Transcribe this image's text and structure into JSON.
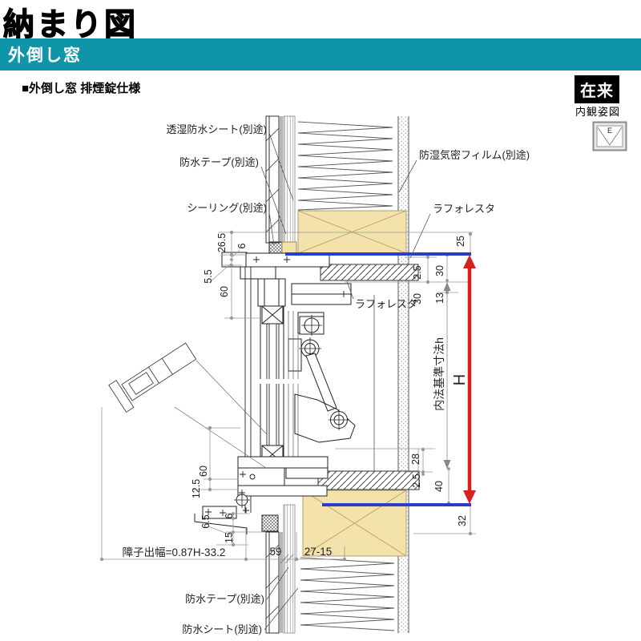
{
  "header": {
    "title": "納まり図",
    "band": "外倒し窓",
    "subtitle": "■外倒し窓 排煙錠仕様",
    "tag": "在来",
    "view_label": "内観姿図",
    "icon_letter": "E"
  },
  "labels": {
    "sheet_top": "透湿防水シート(別途)",
    "tape_top": "防水テープ(別途)",
    "sealing": "シーリング(別途)",
    "film": "防湿気密フィルム(別途)",
    "laforesta_top": "ラフォレスタ",
    "laforesta_mid": "ラフォレスタ",
    "tape_bottom": "防水テープ(別途)",
    "sheet_bottom": "防水シート(別途)"
  },
  "dims": {
    "d26_5": "26.5",
    "d6a": "6",
    "d5_5": "5.5",
    "d60a": "60",
    "d25": "25",
    "d2_5a": "2.5",
    "d30a": "30",
    "d30b": "30",
    "d13": "13",
    "h_label": "内法基準寸法h",
    "H": "H",
    "d28": "28",
    "d2_5b": "2.5",
    "d40": "40",
    "d32": "32",
    "d60b": "60",
    "d12_5": "12.5",
    "d6_5": "6.5",
    "d6b": "6",
    "d15": "15",
    "formula": "障子出幅=0.87H-33.2",
    "d59": "59",
    "d27_15": "27-15"
  },
  "colors": {
    "accent_teal": "#1095a8",
    "line_blue": "#2b3cc8",
    "line_red": "#d8201c",
    "wood_tan": "#f4e2ac"
  }
}
